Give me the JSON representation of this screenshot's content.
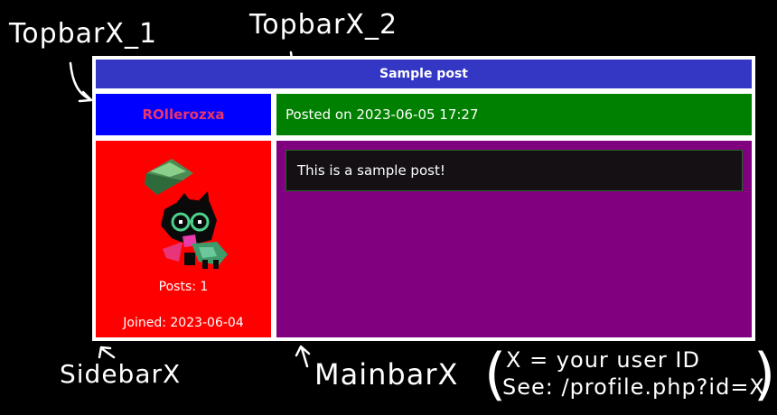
{
  "annotations": {
    "topbar_x1": "TopbarX_1",
    "topbar_x2": "TopbarX_2",
    "sidebar_x": "SidebarX",
    "mainbar_x": "MainbarX",
    "note_line1": "X = your user ID",
    "note_line2": "See: /profile.php?id=X"
  },
  "post": {
    "title": "Sample post",
    "username": "ROllerozxa",
    "posted_on": "Posted on 2023-06-05 17:27",
    "body": "This is a sample post!"
  },
  "sidebar": {
    "posts_count": "Posts: 1",
    "joined": "Joined: 2023-06-04",
    "avatar_icon": "pixel-character-avatar"
  },
  "colors": {
    "topbar": "#3437c4",
    "user_cell": "#0000ff",
    "username_text": "#e8356b",
    "date_cell": "#008000",
    "sidebar": "#ff0000",
    "mainbar": "#800080",
    "post_body": "#141014"
  }
}
